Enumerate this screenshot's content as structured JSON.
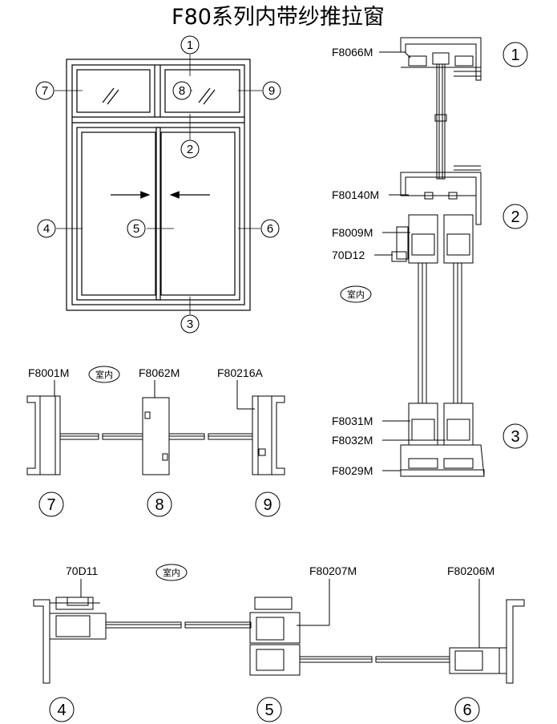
{
  "title": "F80系列内带纱推拉窗",
  "indoor_label": "室内",
  "window_elevation": {
    "callouts": [
      "1",
      "2",
      "3",
      "4",
      "5",
      "6",
      "7",
      "8",
      "9"
    ]
  },
  "vertical_section": {
    "profiles": [
      "F8066M",
      "F80140M",
      "F8009M",
      "70D12",
      "F8031M",
      "F8032M",
      "F8029M"
    ],
    "markers": [
      "1",
      "2",
      "3"
    ]
  },
  "top_section": {
    "profiles": [
      "F8001M",
      "F8062M",
      "F80216A"
    ],
    "markers": [
      "7",
      "8",
      "9"
    ]
  },
  "bottom_section": {
    "profiles": [
      "70D11",
      "F80207M",
      "F80206M"
    ],
    "markers": [
      "4",
      "5",
      "6"
    ]
  },
  "colors": {
    "line": "#000000",
    "background": "#ffffff"
  }
}
